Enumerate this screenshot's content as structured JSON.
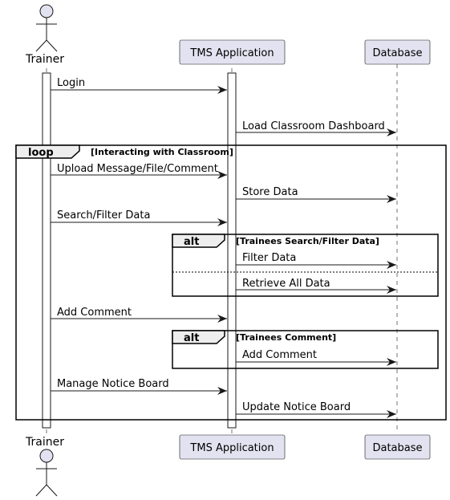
{
  "participants": {
    "trainer": "Trainer",
    "tms": "TMS Application",
    "database": "Database"
  },
  "messages": {
    "m1": "Login",
    "m2": "Load Classroom Dashboard",
    "m3": "Upload Message/File/Comment",
    "m4": "Store Data",
    "m5": "Search/Filter Data",
    "m6": "Filter Data",
    "m7": "Retrieve All Data",
    "m8": "Add Comment",
    "m9": "Add Comment",
    "m10": "Manage Notice Board",
    "m11": "Update Notice Board"
  },
  "fragments": {
    "loop": {
      "keyword": "loop",
      "condition": "[Interacting with Classroom]"
    },
    "alt1": {
      "keyword": "alt",
      "condition": "[Trainees Search/Filter Data]"
    },
    "alt2": {
      "keyword": "alt",
      "condition": "[Trainees Comment]"
    }
  },
  "colors": {
    "participant_fill": "#E2E2F0",
    "line": "#181818",
    "fragment_tab": "#EEEEEE"
  }
}
